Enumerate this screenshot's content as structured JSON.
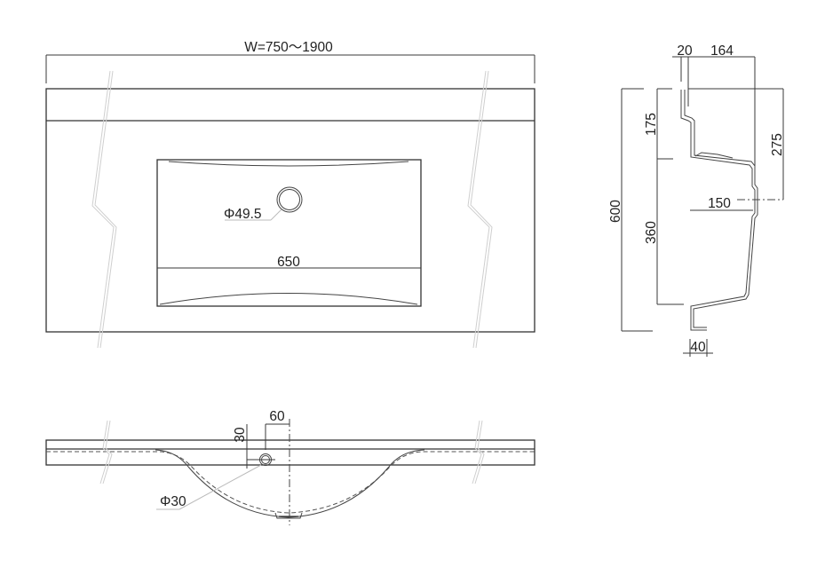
{
  "drawing": {
    "subject": "Vanity basin technical drawing",
    "colors": {
      "line": "#333333",
      "break_line": "#cfcfcf",
      "leader": "#bbbbbb",
      "background": "#ffffff"
    }
  },
  "top_view": {
    "width_label": "W=750〜1900",
    "basin_width_label": "650",
    "drain_diameter_label": "Φ49.5"
  },
  "side_view": {
    "wall_thickness_label": "20",
    "overhang_depth_label": "164",
    "total_depth_label": "600",
    "upper_height_label": "175",
    "lower_height_label": "360",
    "back_height_label": "275",
    "bowl_depth_label": "150",
    "bottom_flange_label": "40"
  },
  "front_view": {
    "tap_offset_label": "60",
    "tap_height_label": "30",
    "tap_hole_diameter_label": "Φ30"
  }
}
